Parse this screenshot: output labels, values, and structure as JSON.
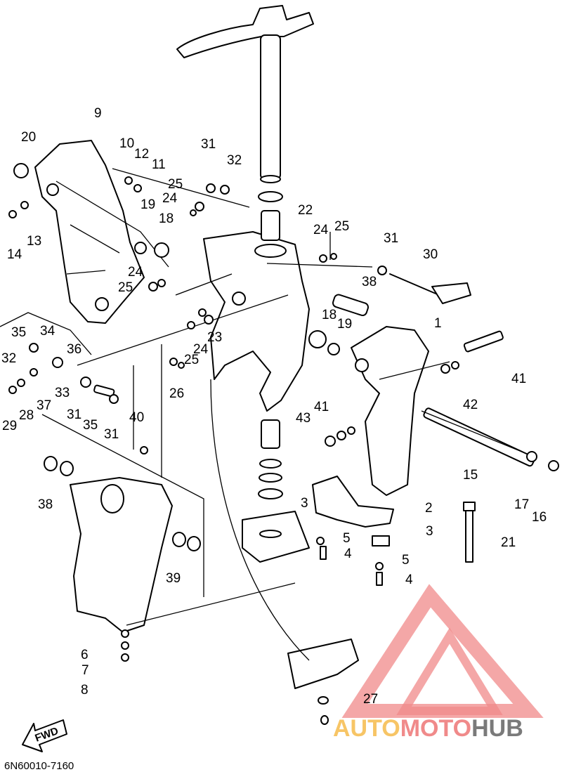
{
  "diagram_code": "6N60010-7160",
  "fwd_label": "FWD",
  "watermark": {
    "segments": [
      "AUTO",
      "MOTO",
      "HUB"
    ],
    "colors": {
      "auto": "#f7c566",
      "moto": "#f08a8a",
      "hub": "#7a7a7a",
      "triangle": "#f08a8a"
    }
  },
  "labels": [
    "1",
    "2",
    "3",
    "3",
    "4",
    "4",
    "5",
    "5",
    "6",
    "7",
    "8",
    "9",
    "10",
    "11",
    "12",
    "13",
    "14",
    "15",
    "16",
    "17",
    "18",
    "18",
    "19",
    "19",
    "20",
    "21",
    "22",
    "23",
    "24",
    "24",
    "24",
    "24",
    "25",
    "25",
    "25",
    "25",
    "26",
    "27",
    "28",
    "29",
    "30",
    "31",
    "31",
    "31",
    "31",
    "32",
    "32",
    "33",
    "34",
    "35",
    "35",
    "36",
    "37",
    "38",
    "38",
    "39",
    "40",
    "41",
    "41",
    "42",
    "43"
  ]
}
